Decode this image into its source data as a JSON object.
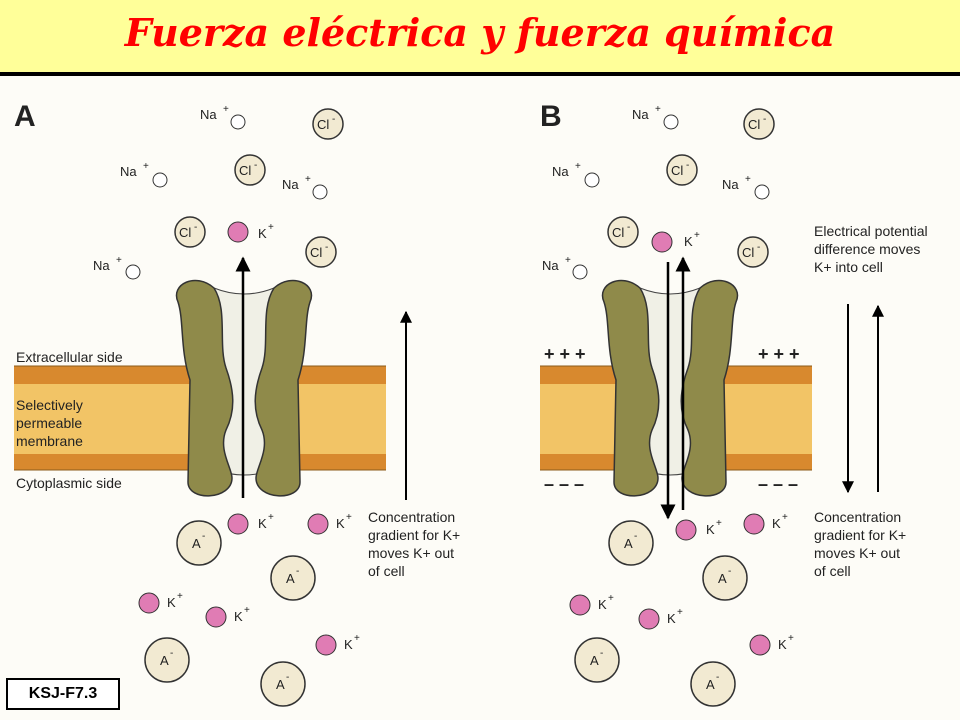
{
  "title": "Fuerza eléctrica y fuerza química",
  "panel_a": {
    "label": "A",
    "ion_na": "Na",
    "ion_cl": "Cl",
    "ion_k": "K",
    "ion_a": "A",
    "membrane_labels": {
      "extracellular": "Extracellular side",
      "selectively_l1": "Selectively",
      "selectively_l2": "permeable",
      "selectively_l3": "membrane",
      "cytoplasmic": "Cytoplasmic side"
    },
    "gradient_l1": "Concentration",
    "gradient_l2": "gradient for K+",
    "gradient_l3": "moves K+ out",
    "gradient_l4": "of cell"
  },
  "panel_b": {
    "label": "B",
    "charge_pos": "+ + +",
    "charge_neg": "– – –",
    "potential_l1": "Electrical potential",
    "potential_l2": "difference moves",
    "potential_l3": "K+ into cell",
    "gradient_l1": "Concentration",
    "gradient_l2": "gradient for K+",
    "gradient_l3": "moves K+ out",
    "gradient_l4": "of cell"
  },
  "figure_ref": "KSJ-F7.3",
  "colors": {
    "title_red": "#ff0000",
    "title_bg": "#ffff99",
    "membrane_fill": "#f2c466",
    "membrane_edge": "#c27a22",
    "channel_fill": "#8f8a4a",
    "channel_pore": "#f0f0e6",
    "k_ion": "#e07cb4",
    "cl_a_ion": "#f2ead2"
  }
}
